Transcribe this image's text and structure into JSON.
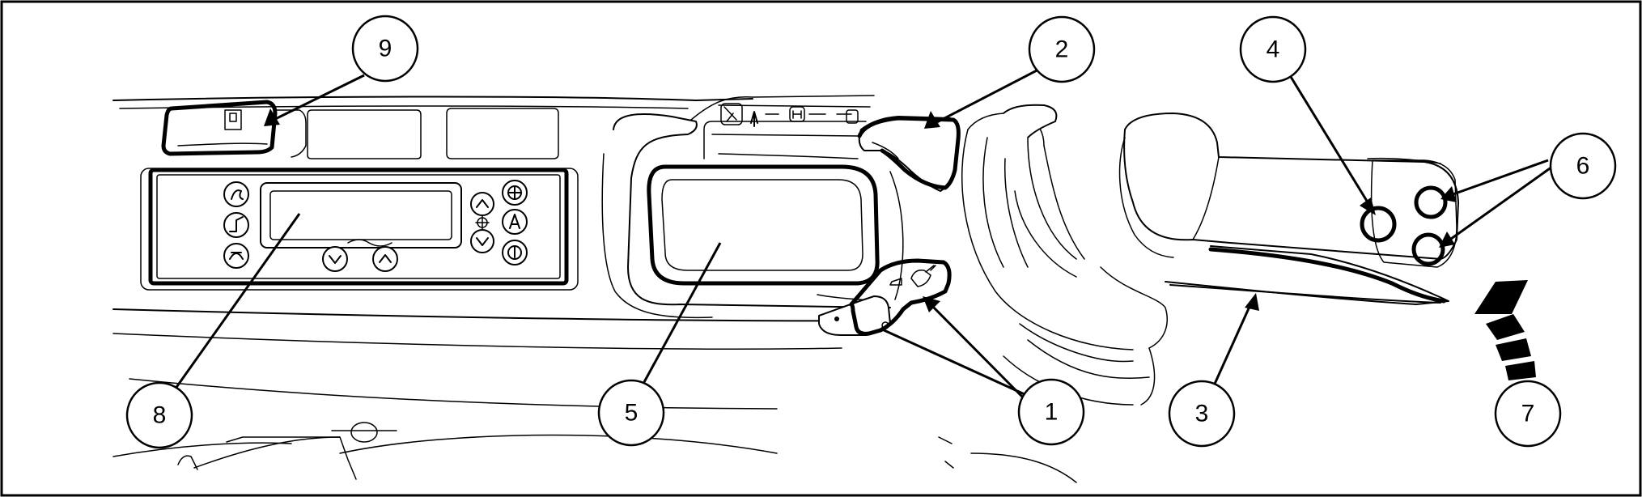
{
  "callouts": [
    {
      "id": "1",
      "label": "1"
    },
    {
      "id": "2",
      "label": "2"
    },
    {
      "id": "3",
      "label": "3"
    },
    {
      "id": "4",
      "label": "4"
    },
    {
      "id": "5",
      "label": "5"
    },
    {
      "id": "6",
      "label": "6"
    },
    {
      "id": "7",
      "label": "7"
    },
    {
      "id": "8",
      "label": "8"
    },
    {
      "id": "9",
      "label": "9"
    }
  ],
  "climate_panel": {
    "left_buttons": [
      "defrost-icon",
      "rear-heat-icon",
      "recirculation-icon"
    ],
    "right_buttons": [
      "temperature-up-icon",
      "auto-icon",
      "temperature-down-icon"
    ],
    "far_right_buttons": [
      "fan-icon",
      "a-icon",
      "power-icon"
    ],
    "fan_buttons": [
      "fan-down-icon",
      "fan-up-icon"
    ]
  },
  "colors": {
    "line": "#000000",
    "background": "#ffffff"
  }
}
